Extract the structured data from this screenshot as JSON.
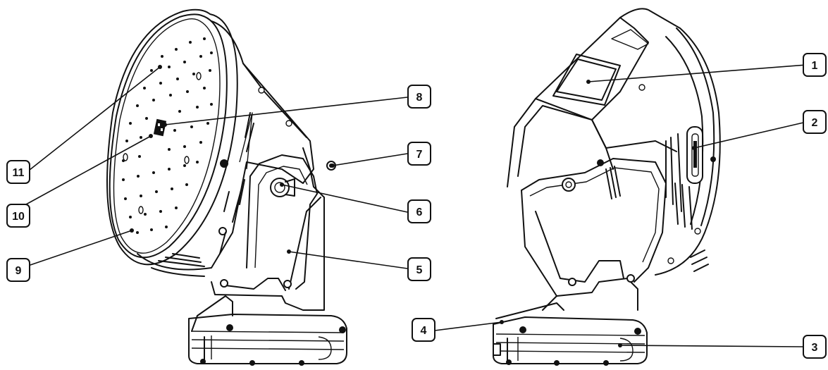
{
  "diagram": {
    "left_view": {
      "callouts": [
        {
          "label": "11"
        },
        {
          "label": "10"
        },
        {
          "label": "9"
        },
        {
          "label": "8"
        },
        {
          "label": "7"
        },
        {
          "label": "6"
        },
        {
          "label": "5"
        }
      ]
    },
    "right_view": {
      "callouts": [
        {
          "label": "1"
        },
        {
          "label": "2"
        },
        {
          "label": "3"
        },
        {
          "label": "4"
        }
      ]
    }
  }
}
